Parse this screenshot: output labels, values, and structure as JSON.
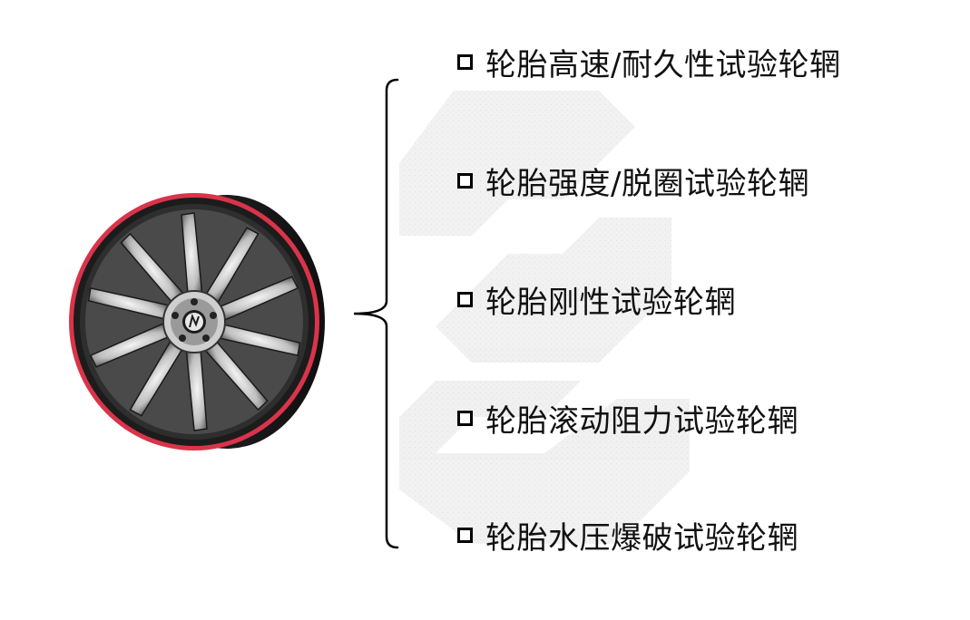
{
  "items": [
    {
      "label": "轮胎高速/耐久性试验轮辋"
    },
    {
      "label": "轮胎强度/脱圈试验轮辋"
    },
    {
      "label": "轮胎刚性试验轮辋"
    },
    {
      "label": "轮胎滚动阻力试验轮辋"
    },
    {
      "label": "轮胎水压爆破试验轮辋"
    }
  ],
  "colors": {
    "rim_accent": "#d9344a",
    "text": "#111111",
    "bracket": "#000000",
    "watermark": "#e6e6e6"
  },
  "icons": {
    "wheel": "alloy-wheel-image",
    "bullet": "hollow-square-bullet",
    "watermark": "stylized-s-logo-watermark"
  }
}
